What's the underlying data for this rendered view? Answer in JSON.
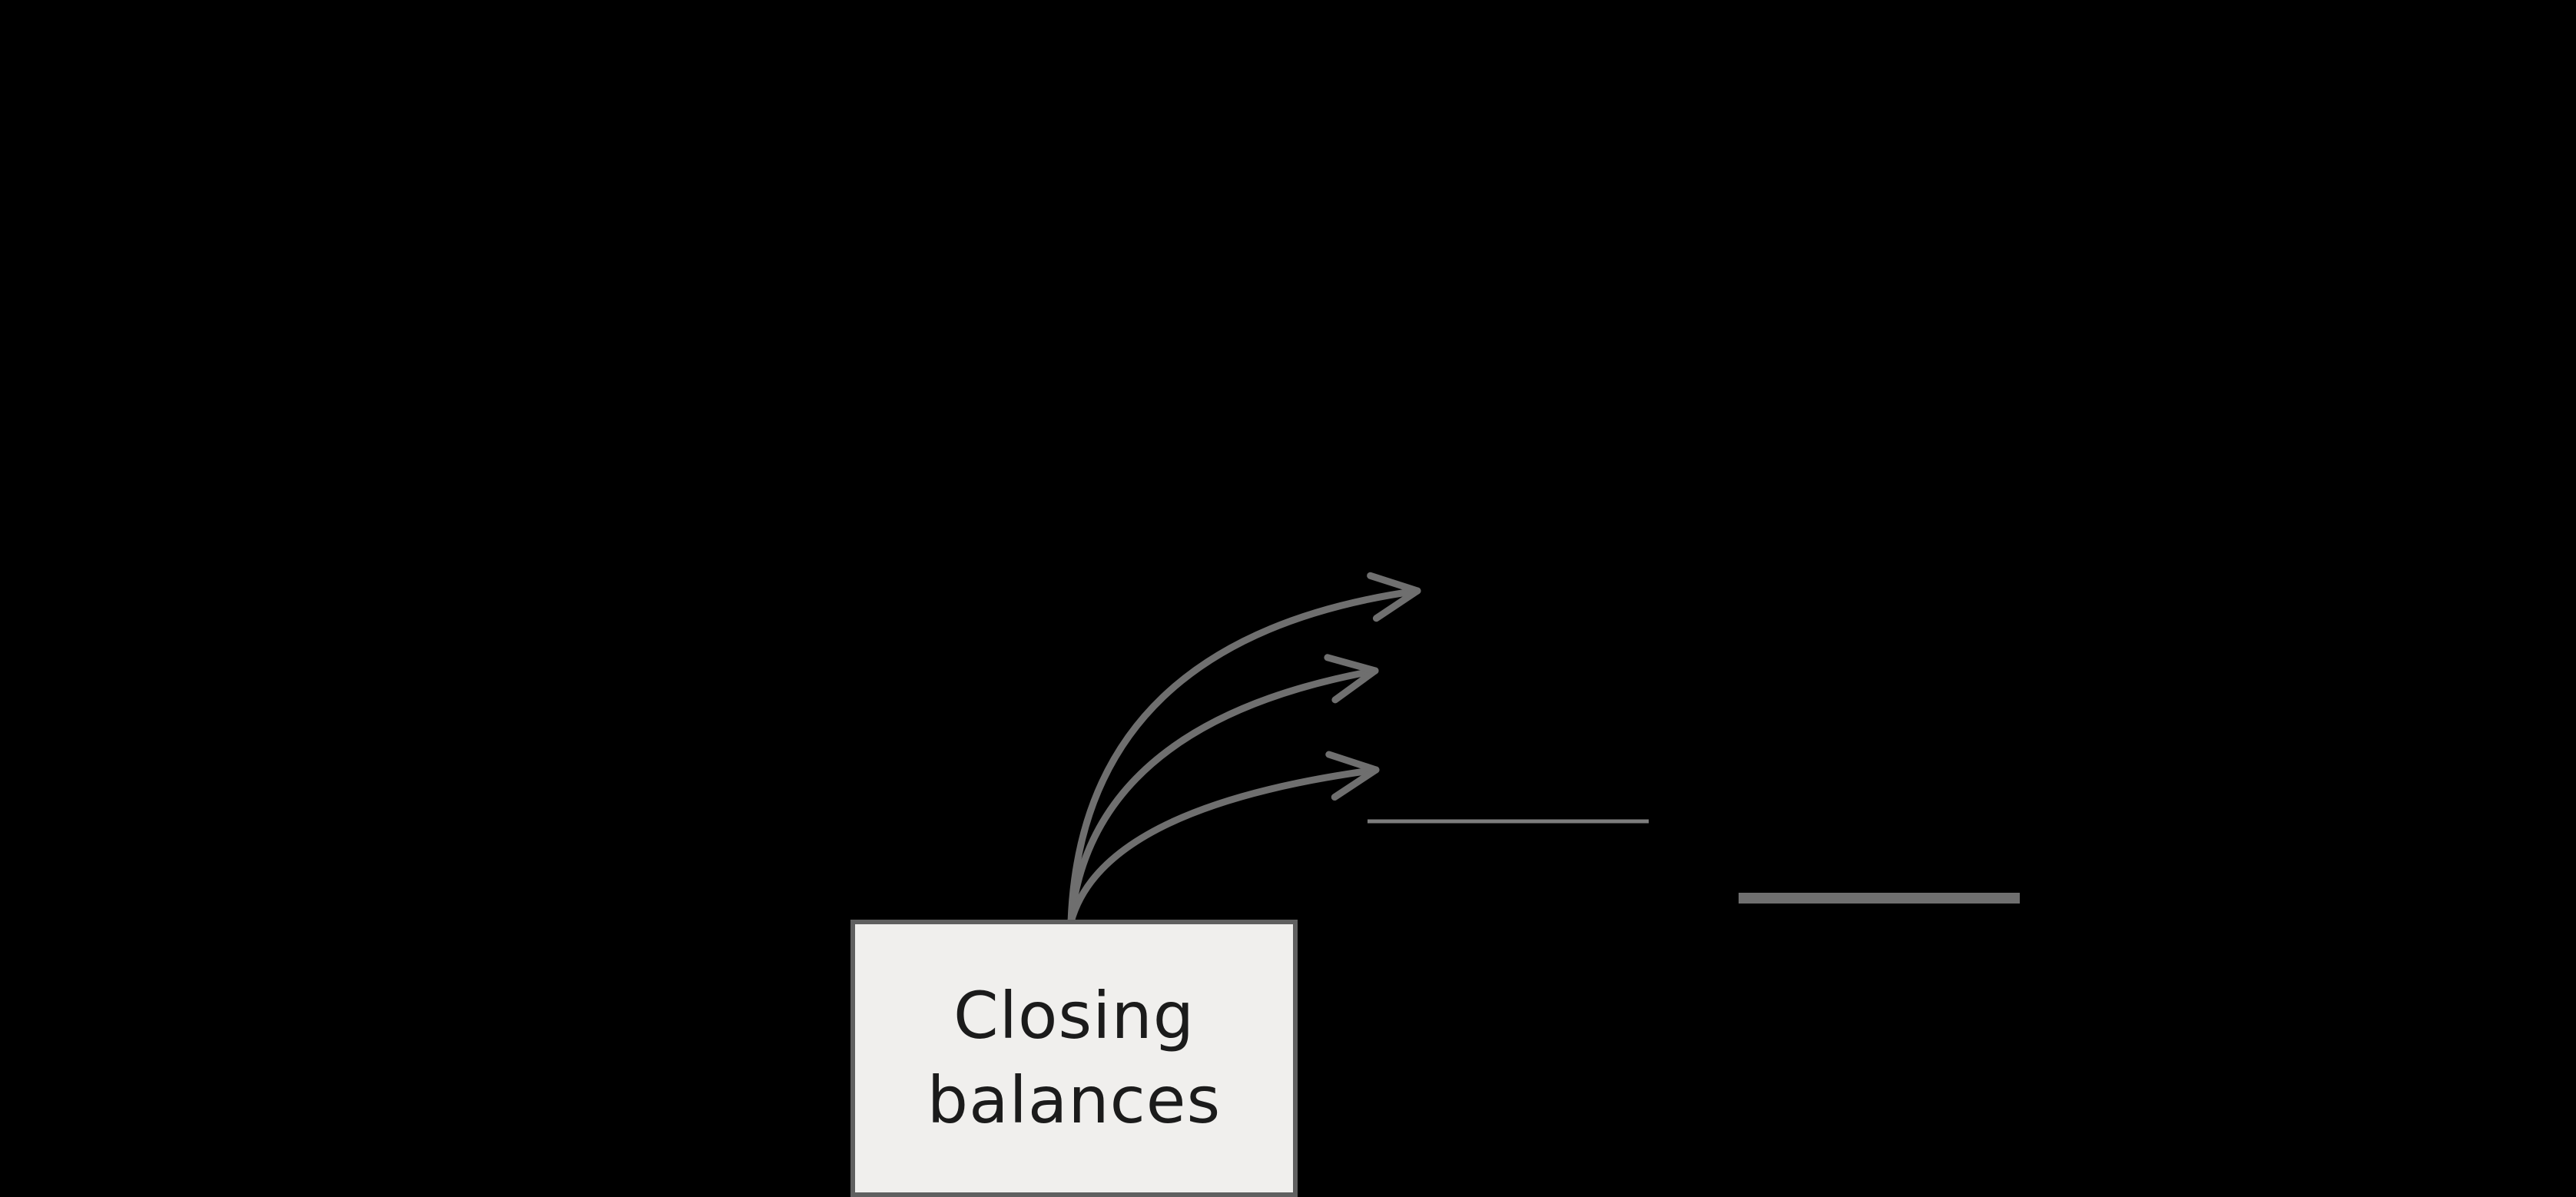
{
  "background_color": "#000000",
  "node": {
    "label": "Closing balances",
    "fill_color": "#f0efed",
    "border_color": "#606060",
    "text_color": "#1b1b1b"
  },
  "connectors": {
    "arrow_color": "#6f6f6f",
    "arrows": [
      {
        "id": "arrow-top",
        "from": "closing-balances-node"
      },
      {
        "id": "arrow-middle",
        "from": "closing-balances-node"
      },
      {
        "id": "arrow-bottom",
        "from": "closing-balances-node"
      }
    ],
    "lines": [
      {
        "id": "line-thin",
        "color": "#7d7d7d"
      },
      {
        "id": "line-thick",
        "color": "#6f6f6f"
      }
    ]
  }
}
